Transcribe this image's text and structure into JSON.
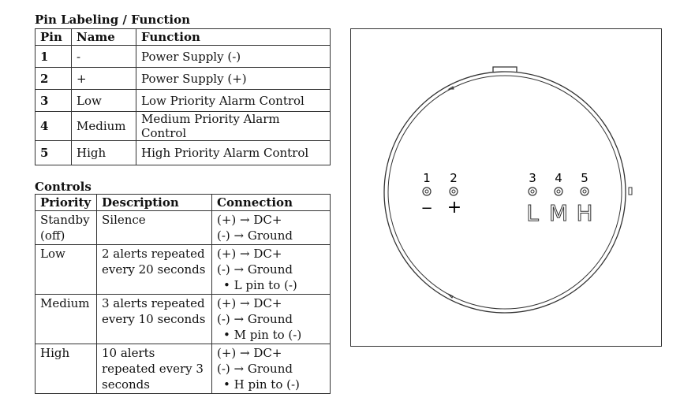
{
  "pin_table": {
    "title": "Pin Labeling / Function",
    "headers": [
      "Pin",
      "Name",
      "Function"
    ],
    "rows": [
      {
        "pin": "1",
        "name": "-",
        "function": "Power Supply (-)"
      },
      {
        "pin": "2",
        "name": "+",
        "function": "Power Supply (+)"
      },
      {
        "pin": "3",
        "name": "Low",
        "function": "Low Priority Alarm Control"
      },
      {
        "pin": "4",
        "name": "Medium",
        "function": "Medium Priority Alarm Control"
      },
      {
        "pin": "5",
        "name": "High",
        "function": "High Priority Alarm Control"
      }
    ]
  },
  "controls_table": {
    "title": "Controls",
    "headers": [
      "Priority",
      "Description",
      "Connection"
    ],
    "rows": [
      {
        "priority": [
          "Standby",
          "(off)"
        ],
        "description": [
          "Silence"
        ],
        "connection": [
          "(+) → DC+",
          "(-) → Ground"
        ],
        "bullet": null
      },
      {
        "priority": [
          "Low"
        ],
        "description": [
          "2 alerts repeated",
          "every 20 seconds"
        ],
        "connection": [
          "(+) → DC+",
          "(-) → Ground"
        ],
        "bullet": "•  L pin to (-)"
      },
      {
        "priority": [
          "Medium"
        ],
        "description": [
          "3 alerts repeated",
          "every 10 seconds"
        ],
        "connection": [
          "(+) → DC+",
          "(-) → Ground"
        ],
        "bullet": "•  M pin to (-)"
      },
      {
        "priority": [
          "High"
        ],
        "description": [
          "10 alerts",
          "repeated every 3",
          "seconds"
        ],
        "connection": [
          "(+) → DC+",
          "(-) → Ground"
        ],
        "bullet": "•  H pin to (-)"
      }
    ]
  },
  "diagram": {
    "pin_numbers": [
      "1",
      "2",
      "3",
      "4",
      "5"
    ],
    "symbols": [
      "−",
      "+",
      "L",
      "M",
      "H"
    ]
  }
}
